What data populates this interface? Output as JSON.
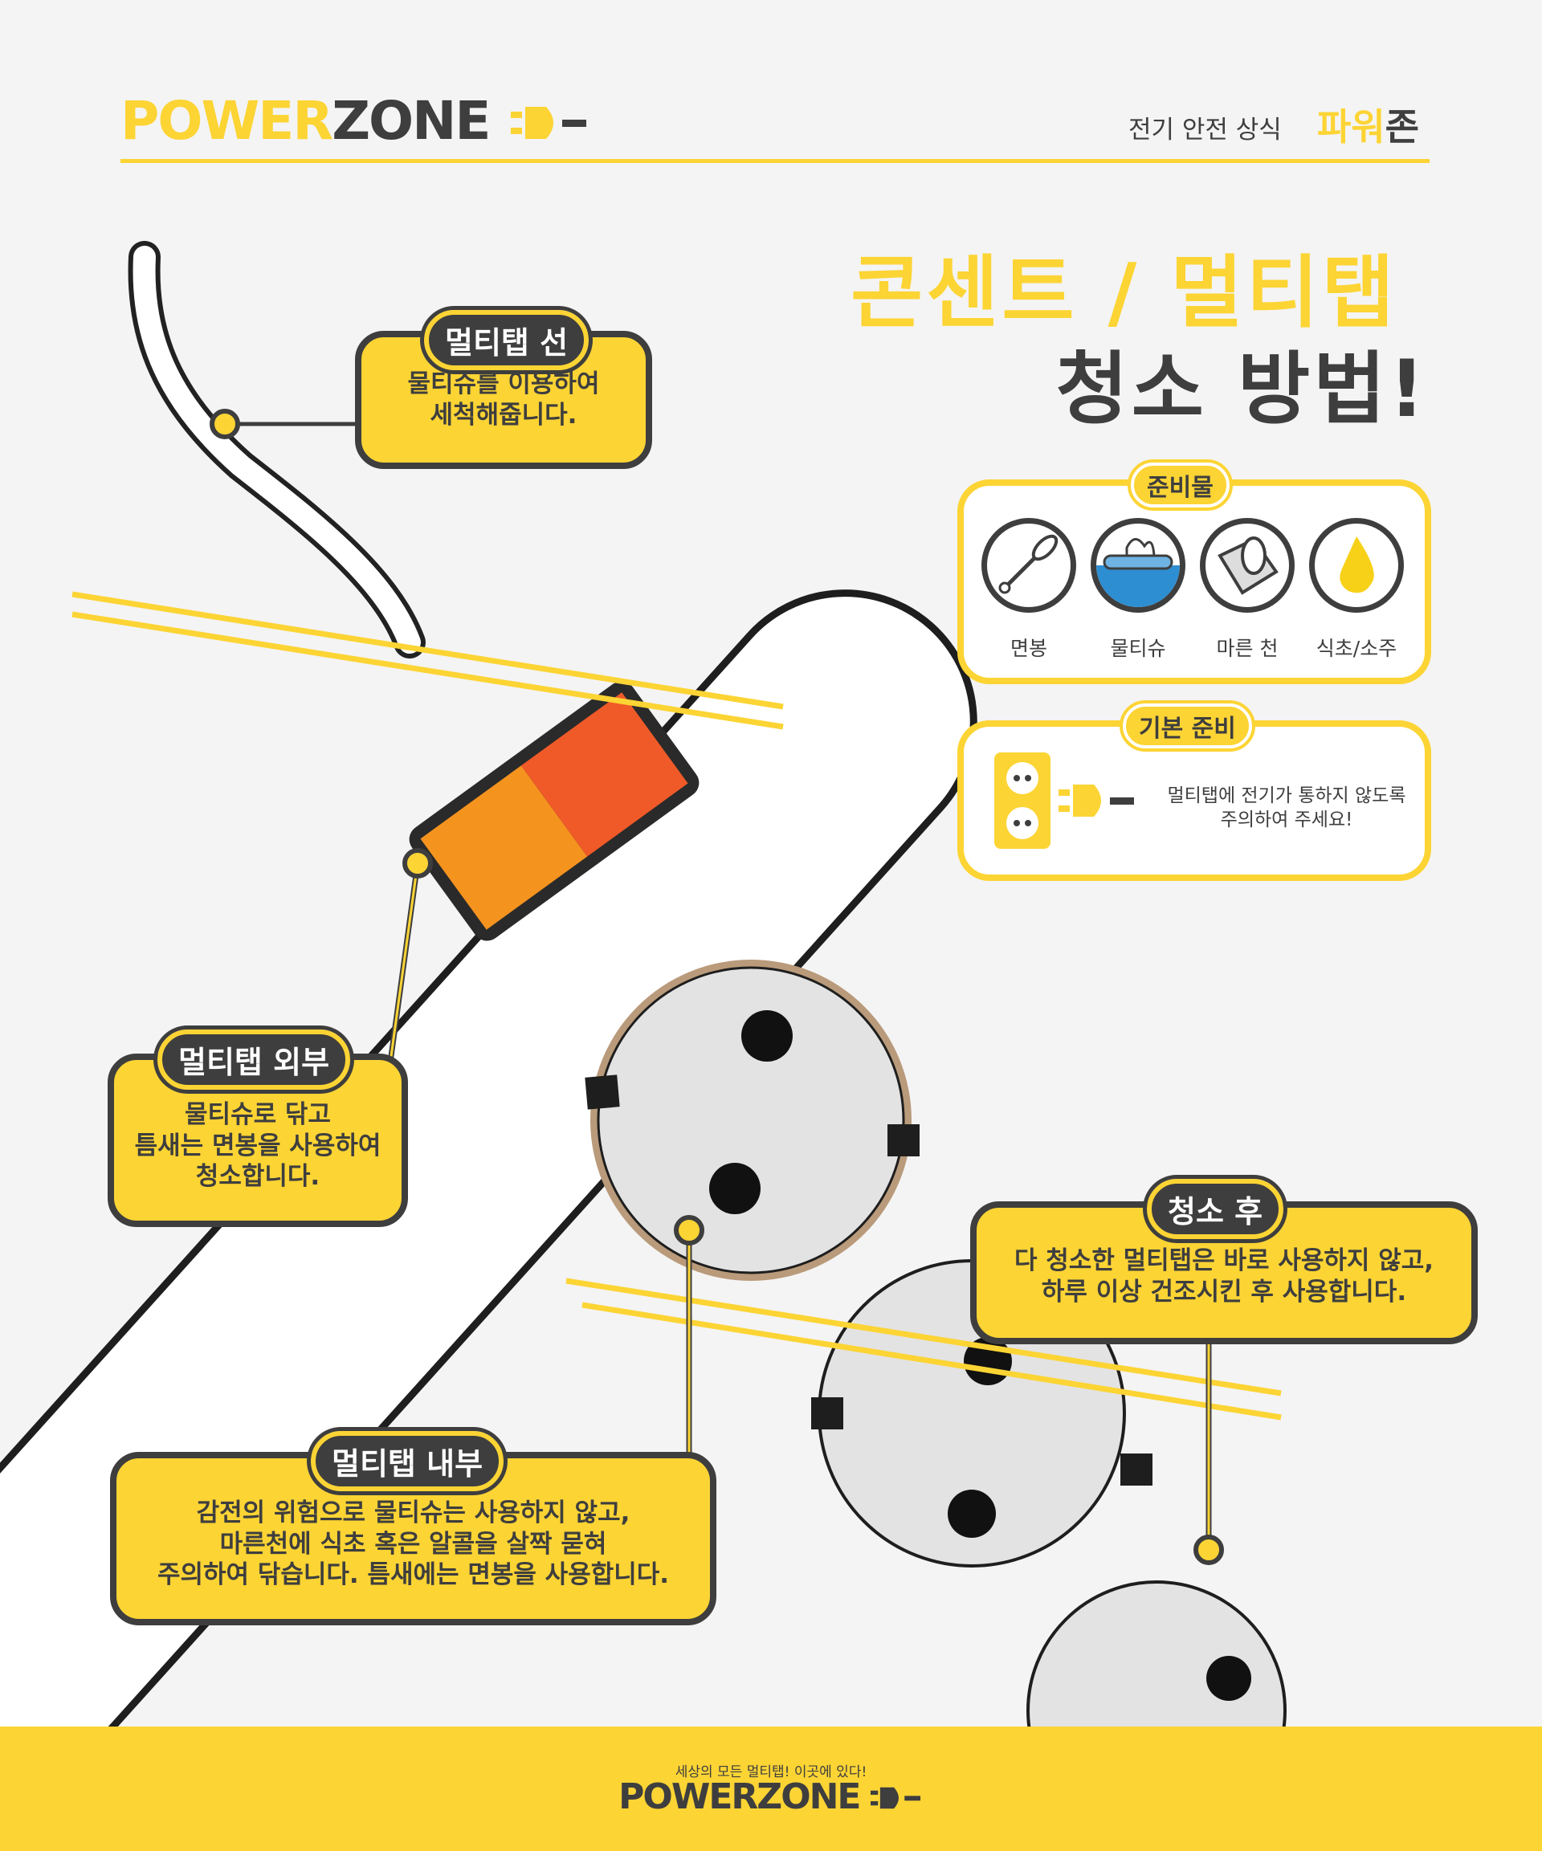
{
  "header": {
    "logo": {
      "power": "POWER",
      "zone": "ZONE"
    },
    "subtitle": "전기 안전 상식",
    "brand_ko_part1": "파워",
    "brand_ko_part2": "존"
  },
  "title": {
    "line1": "콘센트 / 멀티탭",
    "line2": "청소 방법!"
  },
  "callouts": {
    "cord": {
      "tag": "멀티탭 선",
      "lines": [
        "물티슈를 이용하여",
        "세척해줍니다."
      ]
    },
    "exterior": {
      "tag": "멀티탭 외부",
      "lines": [
        "물티슈로 닦고",
        "틈새는 면봉을 사용하여",
        "청소합니다."
      ]
    },
    "interior": {
      "tag": "멀티탭 내부",
      "lines": [
        "감전의 위험으로 물티슈는 사용하지 않고,",
        "마른천에 식초 혹은 알콜을 살짝 묻혀",
        "주의하여 닦습니다. 틈새에는 면봉을 사용합니다."
      ]
    },
    "after": {
      "tag": "청소 후",
      "lines": [
        "다 청소한 멀티탭은 바로 사용하지 않고,",
        "하루 이상 건조시킨 후 사용합니다."
      ]
    }
  },
  "supplies": {
    "tag": "준비물",
    "items": [
      {
        "label": "면봉",
        "icon": "cotton-swab-icon"
      },
      {
        "label": "물티슈",
        "icon": "wet-wipes-icon"
      },
      {
        "label": "마른 천",
        "icon": "dry-cloth-icon"
      },
      {
        "label": "식초/소주",
        "icon": "liquid-drop-icon"
      }
    ]
  },
  "basic_prep": {
    "tag": "기본 준비",
    "lines": [
      "멀티탭에 전기가 통하지 않도록",
      "주의하여 주세요!"
    ]
  },
  "footer": {
    "tagline": "세상의 모든 멀티탭! 이곳에 있다!",
    "logo": {
      "power": "POWER",
      "zone": "ZONE"
    }
  },
  "colors": {
    "accent": "#fcd434",
    "dark": "#3e3e3e",
    "switch_orange": "#f5931f",
    "switch_red": "#f05a28",
    "background": "#f4f4f4"
  }
}
